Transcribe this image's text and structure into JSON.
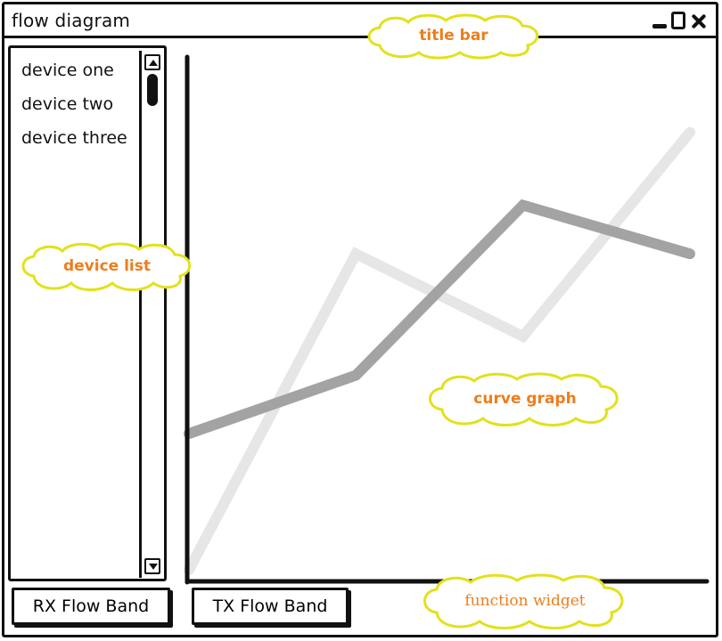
{
  "window": {
    "title": "flow diagram"
  },
  "device_list": {
    "items": [
      "device one",
      "device two",
      "device three"
    ]
  },
  "graph": {
    "series": [
      {
        "color": "#a3a3a3",
        "points": [
          [
            0,
            0.28
          ],
          [
            1,
            0.4
          ],
          [
            2,
            0.75
          ],
          [
            3,
            0.65
          ]
        ]
      },
      {
        "color": "#e6e6e6",
        "points": [
          [
            0,
            0.0
          ],
          [
            1,
            0.65
          ],
          [
            2,
            0.48
          ],
          [
            3,
            0.9
          ]
        ]
      }
    ],
    "axis_color": "#111111"
  },
  "buttons": {
    "rx_label": "RX Flow Band",
    "tx_label": "TX Flow Band"
  },
  "annotations": {
    "title_bar": "title bar",
    "device_list": "device list",
    "curve_graph": "curve graph",
    "function_widget": "function widget"
  },
  "colors": {
    "annotation_text": "#ee7d1c",
    "annotation_cloud_stroke": "#e2e11b"
  }
}
